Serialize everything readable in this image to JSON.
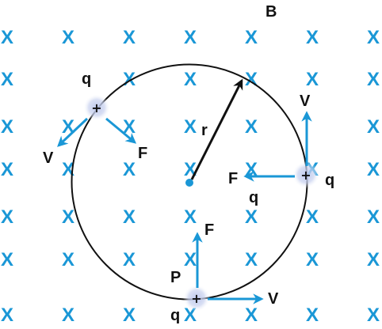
{
  "field": {
    "label": "B",
    "symbol": "X",
    "color": "#1a97d6",
    "rows": 7,
    "cols": 7
  },
  "circle": {
    "radius_label": "r",
    "center_color": "#1a97d6"
  },
  "charges": {
    "sign": "+",
    "glow_color": "#b9c4ea",
    "left": {
      "q": "q",
      "v": "V",
      "f": "F"
    },
    "right": {
      "q1": "q",
      "v": "V",
      "f": "F",
      "q2": "q"
    },
    "bottom": {
      "q": "q",
      "v": "V",
      "f": "F",
      "p": "P"
    }
  },
  "colors": {
    "vector": "#1a97d6",
    "outline": "#111111"
  }
}
